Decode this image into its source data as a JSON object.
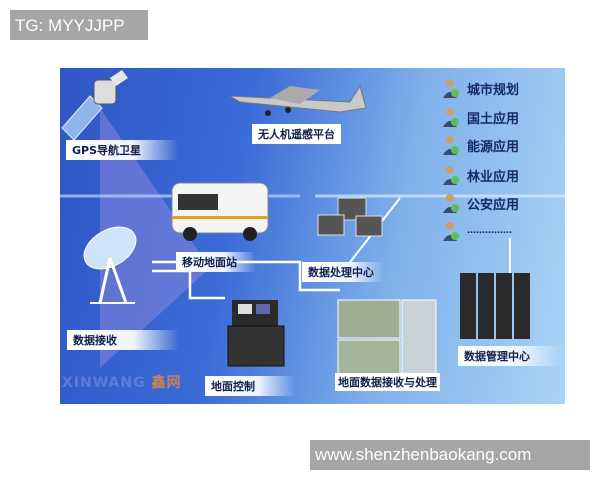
{
  "watermarks": {
    "top": "TG: MYYJJPP",
    "bottom": "www.shenzhenbaokang.com"
  },
  "diagram": {
    "labels": {
      "gps": "GPS导航卫星",
      "uav": "无人机遥感平台",
      "mobile_station": "移动地面站",
      "processing_center": "数据处理中心",
      "receiving": "数据接收",
      "management_center": "数据管理中心",
      "ground_control": "地面控制",
      "ground_processing": "地面数据接收与处理"
    },
    "applications": [
      {
        "label": "城市规划"
      },
      {
        "label": "国土应用"
      },
      {
        "label": "能源应用"
      },
      {
        "label": "林业应用"
      },
      {
        "label": "公安应用"
      },
      {
        "label": "……………"
      }
    ],
    "logo": {
      "latin": "XINWANG",
      "chinese": "鑫网"
    },
    "colors": {
      "background": "#3b6bd6",
      "label_text": "#10204a"
    }
  }
}
